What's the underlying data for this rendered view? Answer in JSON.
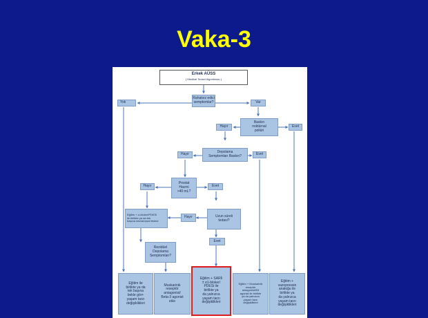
{
  "slide": {
    "title": "Vaka-3"
  },
  "header": {
    "title": "Erkek AÜSS",
    "subtitle": "{        Medikal Tedavi Algoritması        }"
  },
  "nodes": {
    "rahatsiz": "Rahatsız edici\nsemptomlar?",
    "yok": "Yok",
    "var": "Var",
    "baskin": "Baskın\nnoktürnal\npoliüri",
    "hayir1": "Hayır",
    "evet1": "Evet",
    "depolama": "Depolama\nSemptomları Baskın?",
    "hayir2": "Hayır",
    "evet2": "Evet",
    "prostat": "Prostat\nHacmi\n>40 mL?",
    "hayir3": "Hayır",
    "evet3": "Evet",
    "egitim_alfa": "Eğitim + α-bloker/PDESi\nile birlikte ya da tek\nbaşına davranışsal tedavi",
    "hayir4": "Hayır",
    "uzun": "Uzun süreli\ntedavi?",
    "rezidual": "Rezidüel\nDepolama\nSemptomları?",
    "evet4": "Evet",
    "out1": "Eğitim ile\nbirlikte ya da\ntek başına\nbekle gör+\nyaşam tarzı\ndeğişiklikleri",
    "out2": "Muskarinik\nreseptör\nantagonist/\nBeta-3 agonist\nekle",
    "out3": "Eğitim + SARİi\n± α1-bloker/\nPDESi ile\nbirlikte ya\nda yalnızca\nyaşam tarzı\ndeğişiklikleri",
    "out4": "Eğitim + Muskarinik\nreseptör\nantagonist/B3\nagonist ile birlikte\nya da yalnızca\nyaşam tarzı\ndeğişiklikleri",
    "out5": "Eğitim +\nvazopressin\nanaloğu ile\nbirlikte ya\nda yalnızca\nyaşam tarzı\ndeğişiklikleri"
  },
  "colors": {
    "background": "#0d1a8c",
    "title": "#ffff00",
    "box_fill": "#aac4e3",
    "highlight": "#e01a1a"
  }
}
